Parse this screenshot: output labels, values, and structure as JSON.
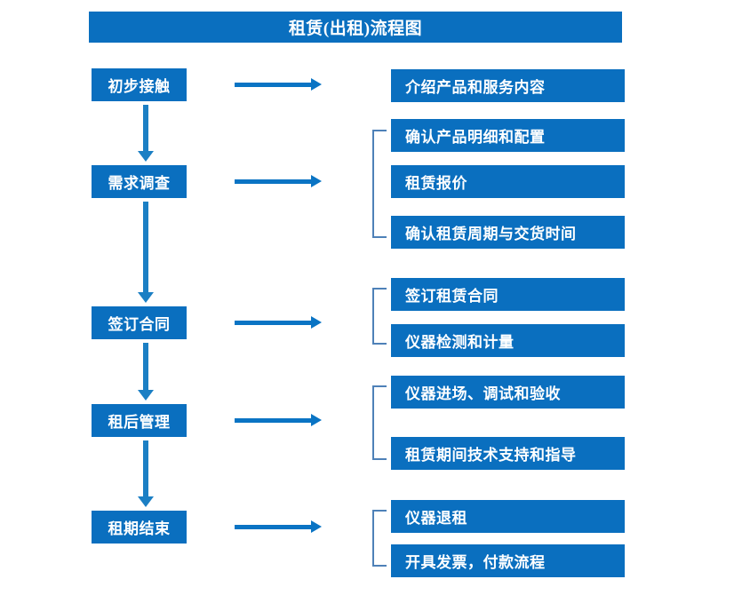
{
  "diagram": {
    "title": "租赁(出租)流程图",
    "colors": {
      "box_blue": "#0a6fbf",
      "arrow_blue": "#0a74c4",
      "bracket_blue": "#4e81b8",
      "text_white": "#ffffff",
      "background": "#ffffff"
    },
    "stages": [
      {
        "label": "初步接触"
      },
      {
        "label": "需求调查"
      },
      {
        "label": "签订合同"
      },
      {
        "label": "租后管理"
      },
      {
        "label": "租期结束"
      }
    ],
    "details": [
      {
        "label": "介绍产品和服务内容"
      },
      {
        "label": "确认产品明细和配置"
      },
      {
        "label": "租赁报价"
      },
      {
        "label": "确认租赁周期与交货时间"
      },
      {
        "label": "签订租赁合同"
      },
      {
        "label": "仪器检测和计量"
      },
      {
        "label": "仪器进场、调试和验收"
      },
      {
        "label": "租赁期间技术支持和指导"
      },
      {
        "label": "仪器退租"
      },
      {
        "label": "开具发票，付款流程"
      }
    ],
    "connector_count": 4,
    "stage_arrow_count": 5,
    "bracket_count": 4
  }
}
